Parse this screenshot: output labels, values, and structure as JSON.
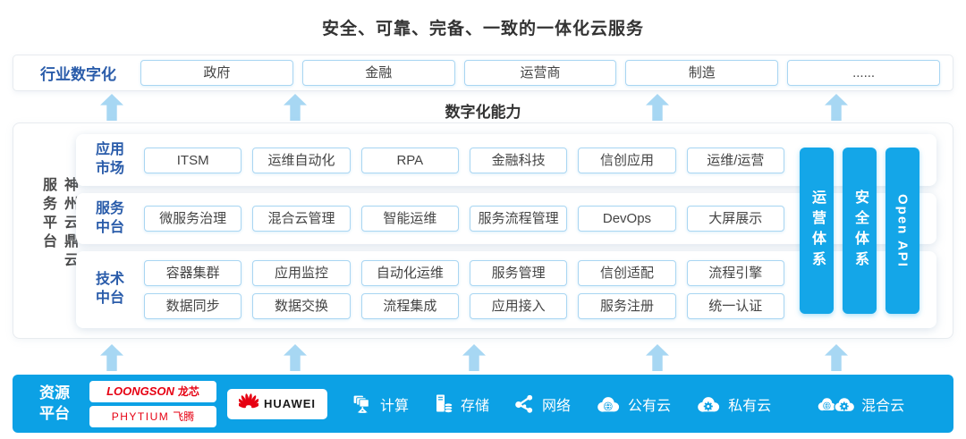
{
  "title": "安全、可靠、完备、一致的一体化云服务",
  "industry": {
    "label": "行业数字化",
    "items": [
      "政府",
      "金融",
      "运营商",
      "制造",
      "......"
    ]
  },
  "capability_label": "数字化能力",
  "platform": {
    "side_label": "神州云鼎云服务平台",
    "rows": [
      {
        "label": "应用\n市场",
        "items": [
          "ITSM",
          "运维自动化",
          "RPA",
          "金融科技",
          "信创应用",
          "运维/运营"
        ]
      },
      {
        "label": "服务\n中台",
        "items": [
          "微服务治理",
          "混合云管理",
          "智能运维",
          "服务流程管理",
          "DevOps",
          "大屏展示"
        ]
      },
      {
        "label": "技术\n中台",
        "items_row1": [
          "容器集群",
          "应用监控",
          "自动化运维",
          "服务管理",
          "信创适配",
          "流程引擎"
        ],
        "items_row2": [
          "数据同步",
          "数据交换",
          "流程集成",
          "应用接入",
          "服务注册",
          "统一认证"
        ]
      }
    ],
    "pillars": [
      "运营体系",
      "安全体系",
      "Open API"
    ]
  },
  "resources": {
    "label": "资源\n平台",
    "vendors": {
      "loongson": {
        "latin": "LOONGSON",
        "cn": "龙芯"
      },
      "phytium": {
        "latin": "PHYTIUM",
        "cn": "飞腾"
      },
      "huawei": {
        "latin": "HUAWEI"
      }
    },
    "items": [
      "计算",
      "存储",
      "网络",
      "公有云",
      "私有云",
      "混合云"
    ]
  },
  "colors": {
    "accent_blue": "#0CA1E5",
    "pillar_blue": "#14A6E8",
    "label_blue": "#2A5CAA",
    "node_border_blue": "#A9D6F2",
    "arrow_blue": "#A7D7F3",
    "logo_red": "#E60012",
    "text_dark": "#333333"
  }
}
